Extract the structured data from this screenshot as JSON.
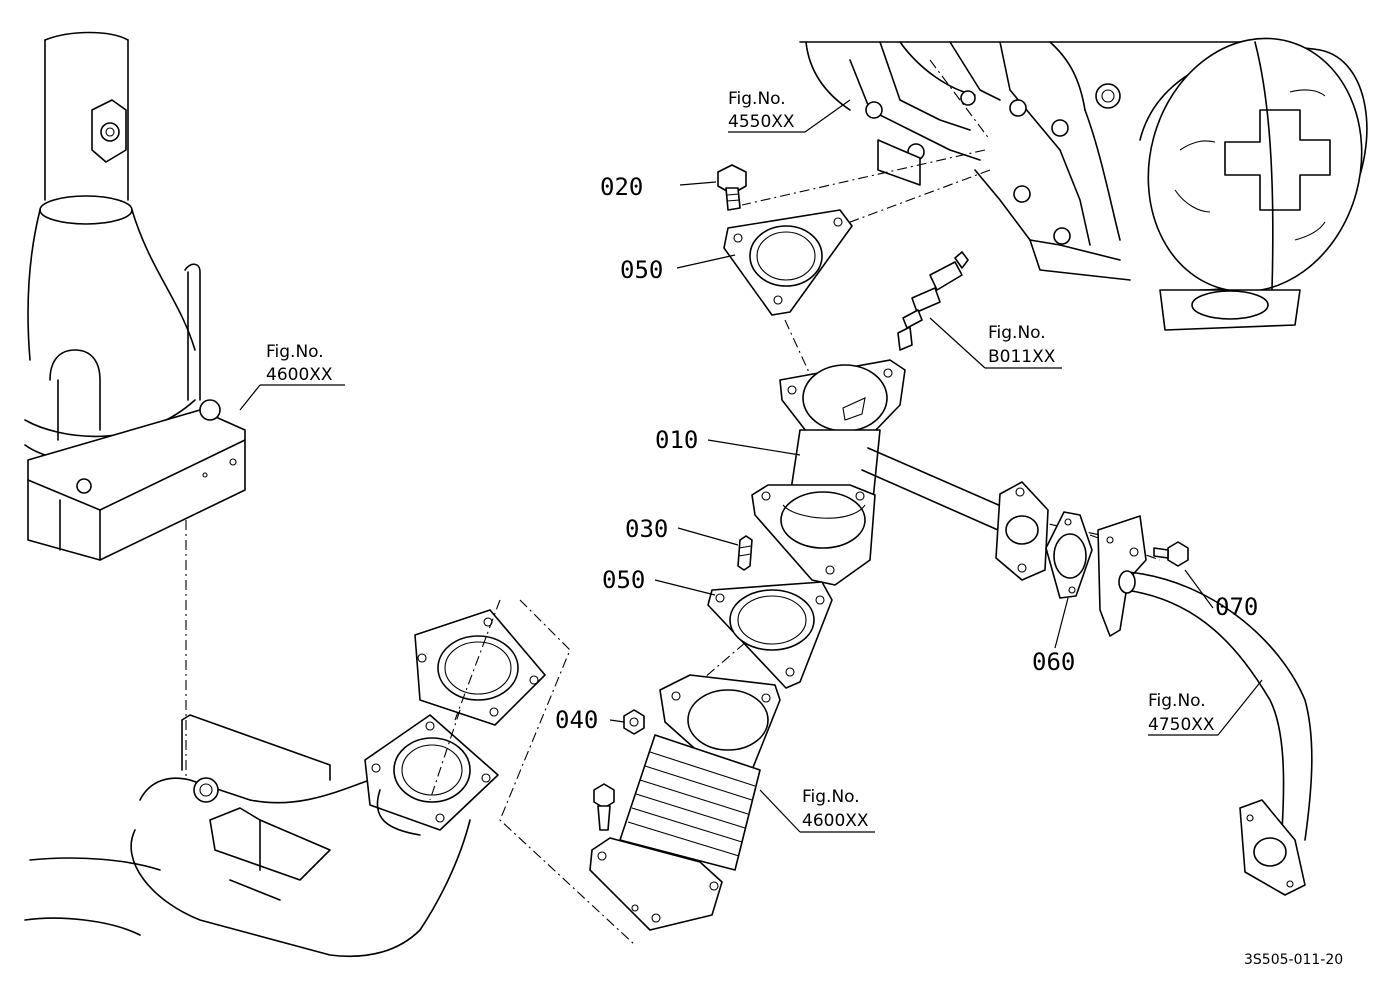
{
  "diagram": {
    "part_labels": {
      "p010": "010",
      "p020": "020",
      "p030": "030",
      "p040": "040",
      "p050a": "050",
      "p050b": "050",
      "p060": "060",
      "p070": "070"
    },
    "figure_refs": {
      "ref4550": {
        "line1": "Fig.No.",
        "line2": "4550XX"
      },
      "ref4600a": {
        "line1": "Fig.No.",
        "line2": "4600XX"
      },
      "refB011": {
        "line1": "Fig.No.",
        "line2": "B011XX"
      },
      "ref4600b": {
        "line1": "Fig.No.",
        "line2": "4600XX"
      },
      "ref4750": {
        "line1": "Fig.No.",
        "line2": "4750XX"
      }
    },
    "drawing_code": "3S505-011-20"
  }
}
